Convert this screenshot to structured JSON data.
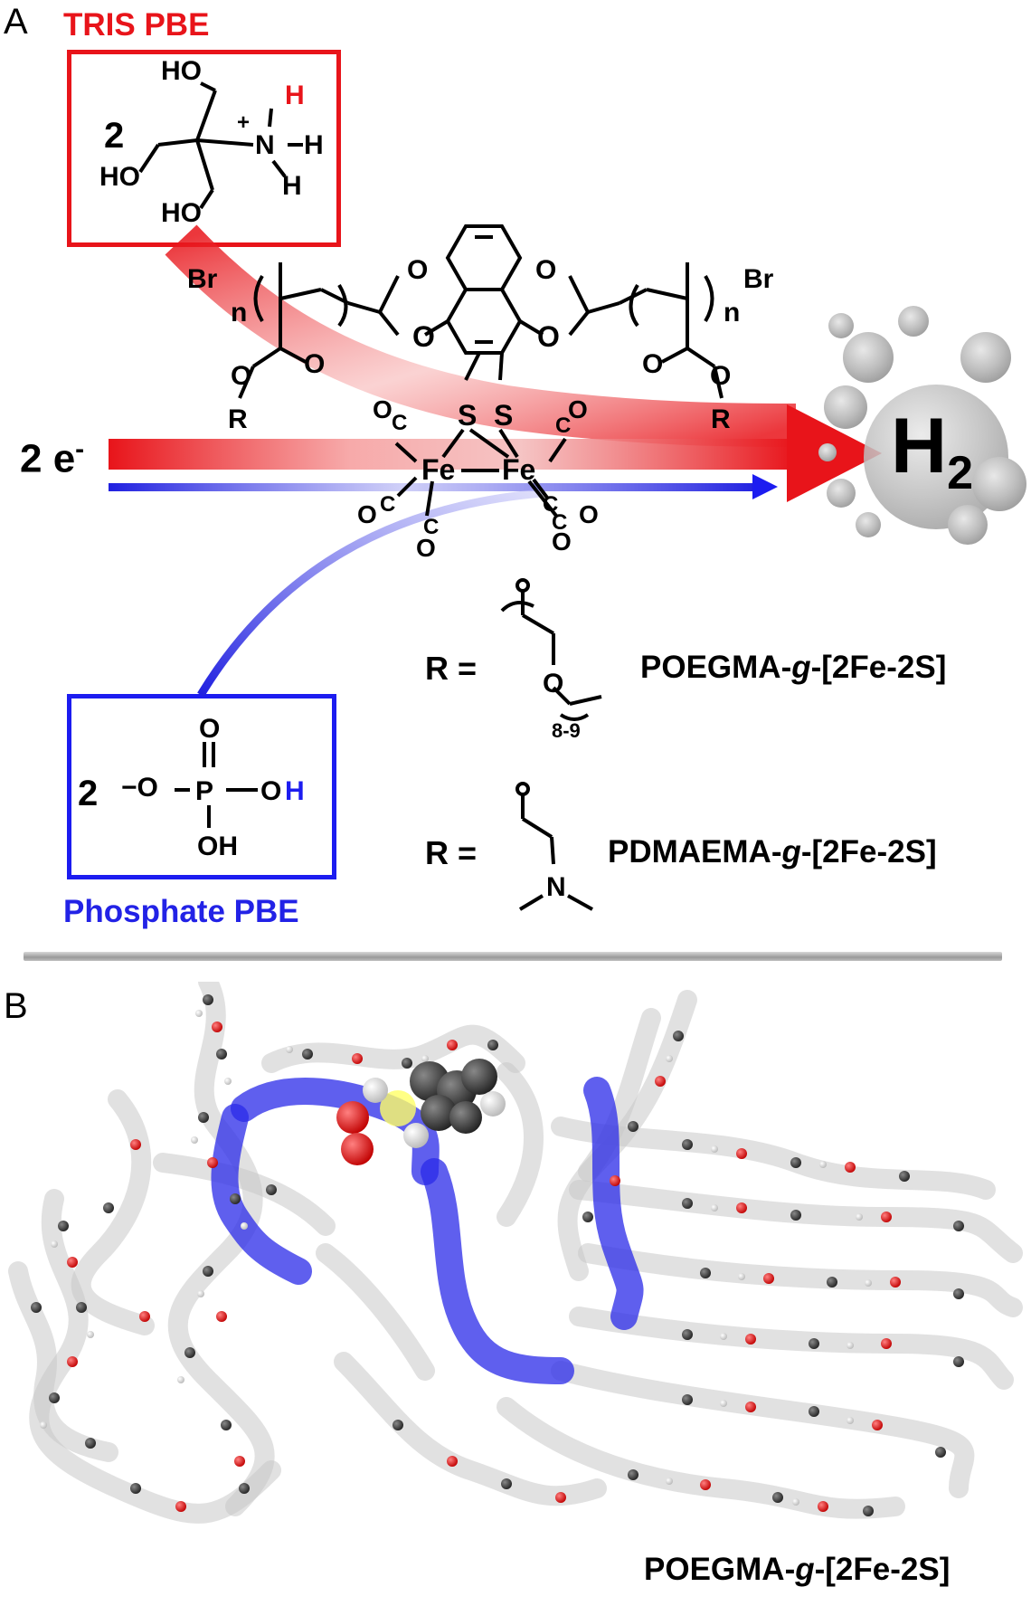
{
  "panel_a": {
    "letter": "A",
    "tris_label": "TRIS PBE",
    "tris_coefficient": "2",
    "phosphate_label": "Phosphate PBE",
    "phosphate_coefficient": "2",
    "electrons": "2 e",
    "electrons_sup": "-",
    "product": "H",
    "product_sub": "2",
    "r_equals_1": "R =",
    "r_equals_2": "R =",
    "polymer_1_prefix": "POEGMA-",
    "polymer_1_italic": "g",
    "polymer_1_suffix": "-[2Fe-2S]",
    "polymer_2_prefix": "PDMAEMA-",
    "polymer_2_italic": "g",
    "polymer_2_suffix": "-[2Fe-2S]",
    "repeat_range": "8-9"
  },
  "panel_b": {
    "letter": "B",
    "caption_prefix": "POEGMA-",
    "caption_italic": "g",
    "caption_suffix": "-[2Fe-2S]"
  },
  "colors": {
    "tris_red": "#e8141a",
    "phosphate_blue": "#1c1cf0",
    "bubble_gray": "#b5b5b5",
    "oxygen_red": "#e02020",
    "carbon_dark": "#333333",
    "hydrogen_light": "#eeeeee"
  }
}
